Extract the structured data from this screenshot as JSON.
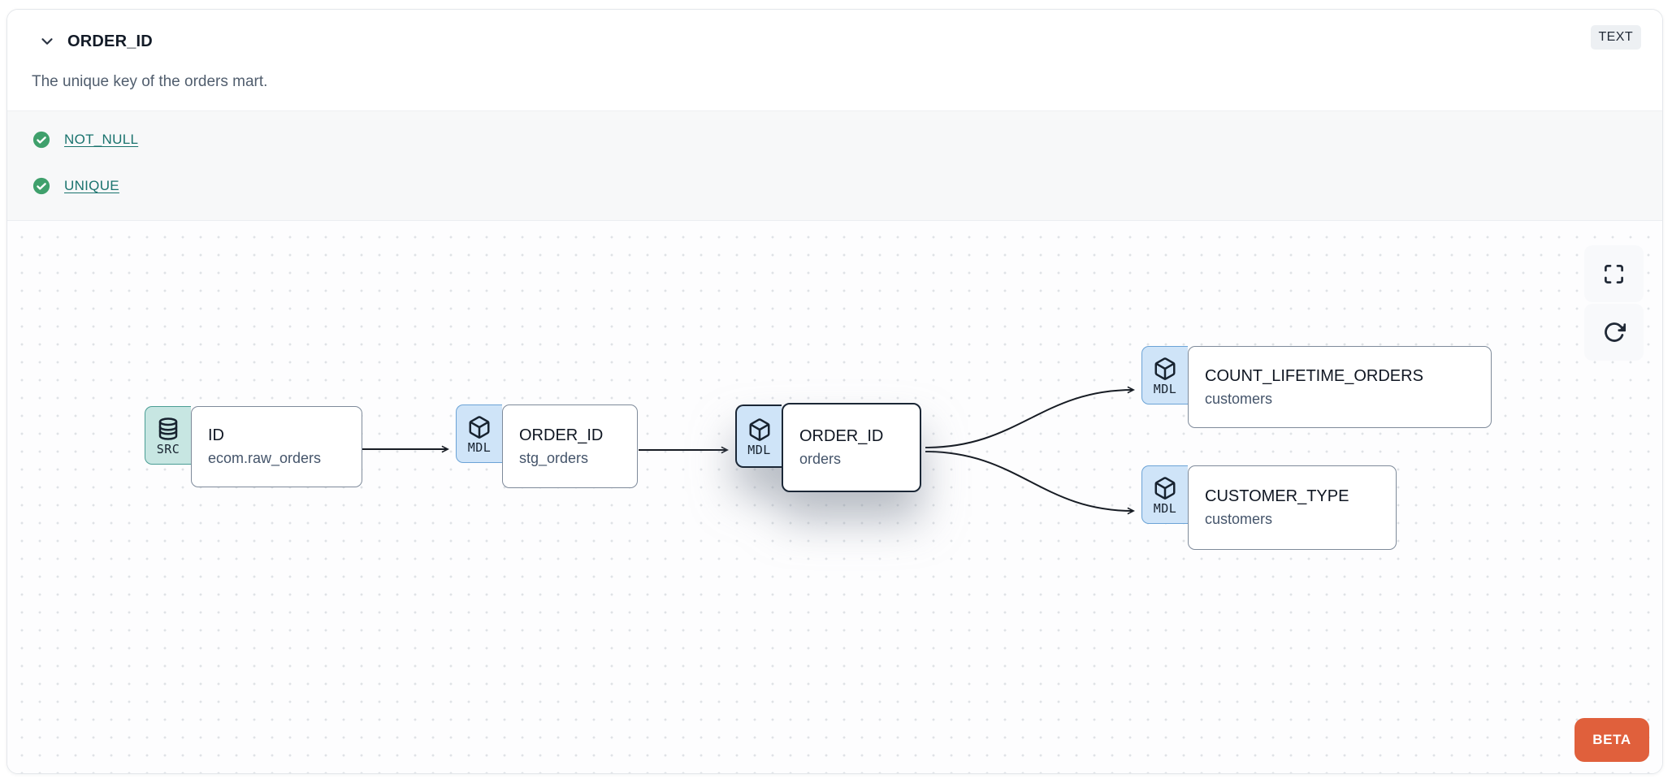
{
  "header": {
    "title": "ORDER_ID",
    "type_badge": "TEXT",
    "description": "The unique key of the orders mart."
  },
  "tests": [
    {
      "label": "NOT_NULL",
      "status": "pass"
    },
    {
      "label": "UNIQUE",
      "status": "pass"
    }
  ],
  "lineage": {
    "nodes": [
      {
        "badge": "SRC",
        "kind": "source",
        "title": "ID",
        "subtitle": "ecom.raw_orders",
        "selected": false
      },
      {
        "badge": "MDL",
        "kind": "model",
        "title": "ORDER_ID",
        "subtitle": "stg_orders",
        "selected": false
      },
      {
        "badge": "MDL",
        "kind": "model",
        "title": "ORDER_ID",
        "subtitle": "orders",
        "selected": true
      },
      {
        "badge": "MDL",
        "kind": "model",
        "title": "COUNT_LIFETIME_ORDERS",
        "subtitle": "customers",
        "selected": false
      },
      {
        "badge": "MDL",
        "kind": "model",
        "title": "CUSTOMER_TYPE",
        "subtitle": "customers",
        "selected": false
      }
    ],
    "edges": [
      {
        "from": "ID.ecom.raw_orders",
        "to": "ORDER_ID.stg_orders"
      },
      {
        "from": "ORDER_ID.stg_orders",
        "to": "ORDER_ID.orders"
      },
      {
        "from": "ORDER_ID.orders",
        "to": "COUNT_LIFETIME_ORDERS.customers"
      },
      {
        "from": "ORDER_ID.orders",
        "to": "CUSTOMER_TYPE.customers"
      }
    ],
    "beta_label": "BETA"
  },
  "colors": {
    "accent_orange": "#e0603c",
    "status_green": "#3fa06c",
    "link_teal": "#1a736e",
    "source_badge_bg": "#c7e6e2",
    "model_badge_bg": "#cfe4f8",
    "selected_border": "#1b2736",
    "edge": "#171c24"
  },
  "icons": {
    "collapse": "chevron-down-icon",
    "test_status": "check-circle-icon",
    "source": "database-icon",
    "model": "cube-icon",
    "fullscreen": "maximize-icon",
    "refresh": "rotate-cw-icon"
  }
}
